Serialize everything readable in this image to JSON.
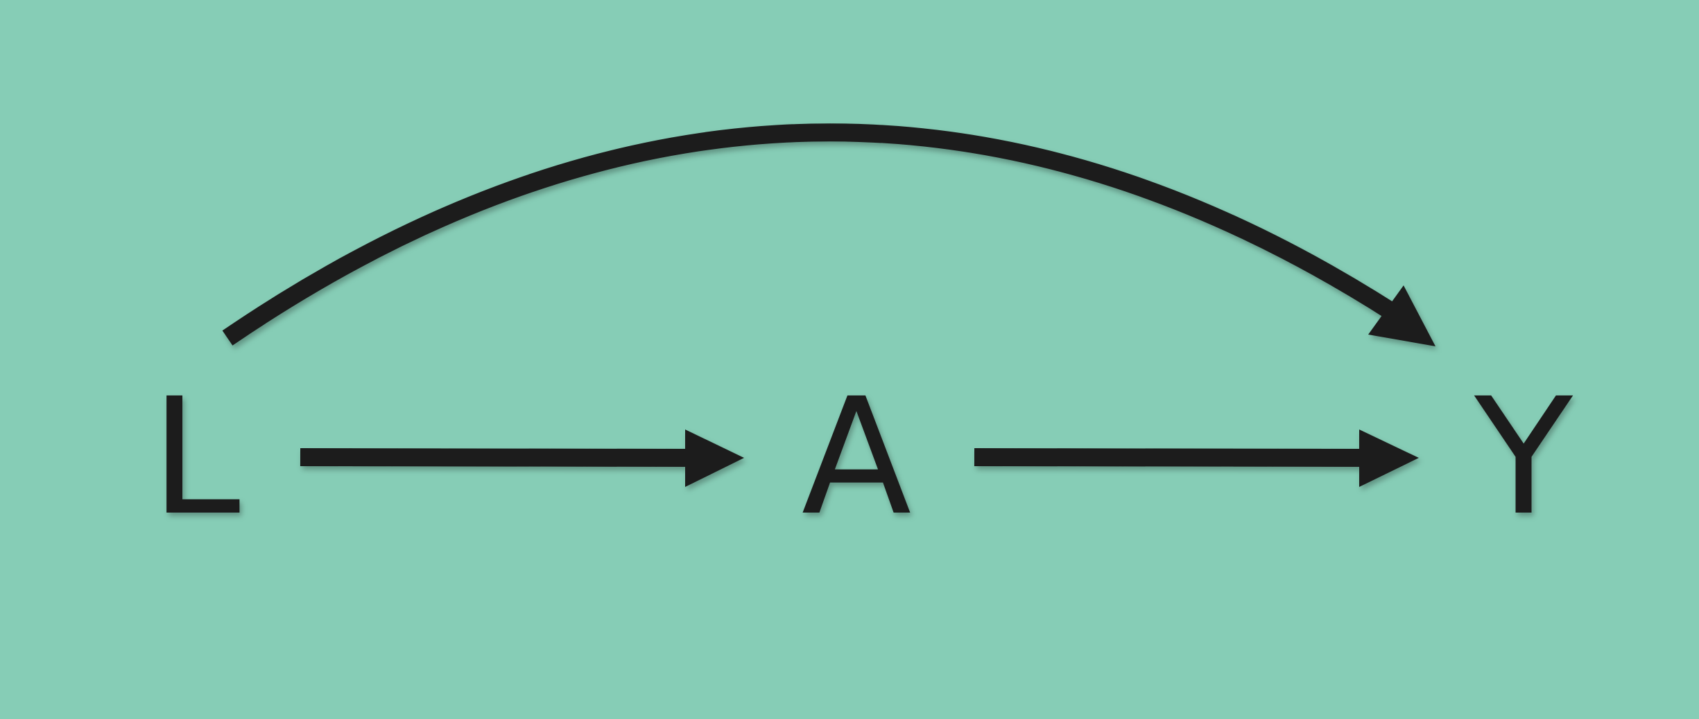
{
  "diagram": {
    "background_color": "#86cdb6",
    "ink_color": "#1e1e1e",
    "nodes": [
      {
        "id": "L",
        "label": "L"
      },
      {
        "id": "A",
        "label": "A"
      },
      {
        "id": "Y",
        "label": "Y"
      }
    ],
    "edges": [
      {
        "from": "L",
        "to": "A",
        "shape": "straight"
      },
      {
        "from": "A",
        "to": "Y",
        "shape": "straight"
      },
      {
        "from": "L",
        "to": "Y",
        "shape": "arc"
      }
    ]
  }
}
